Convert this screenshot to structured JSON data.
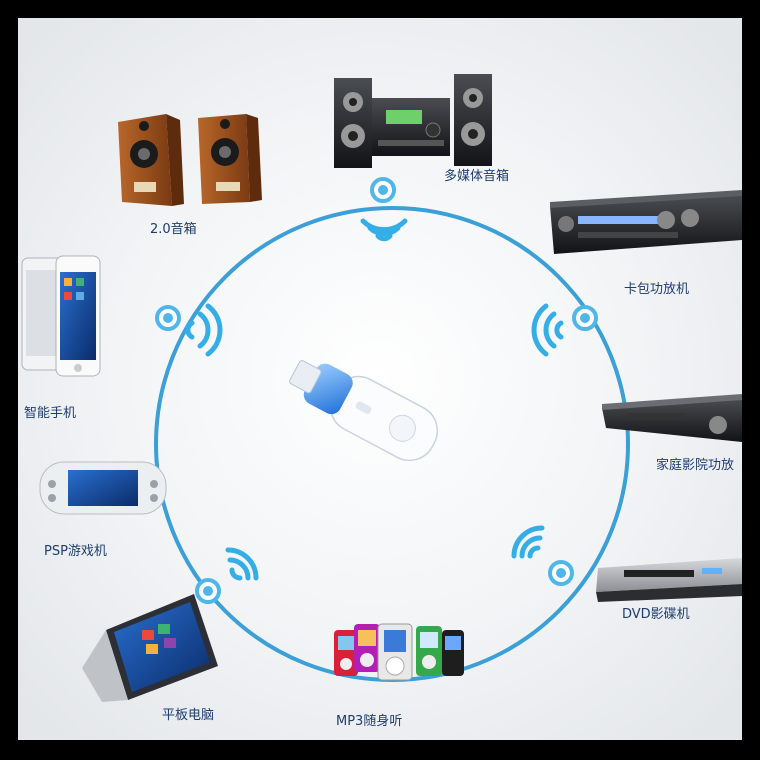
{
  "devices": [
    {
      "id": "speaker-20",
      "label": "2.0音箱"
    },
    {
      "id": "multimedia-speaker",
      "label": "多媒体音箱"
    },
    {
      "id": "karaoke-amp",
      "label": "卡包功放机"
    },
    {
      "id": "home-theater-amp",
      "label": "家庭影院功放"
    },
    {
      "id": "dvd-player",
      "label": "DVD影碟机"
    },
    {
      "id": "mp3-player",
      "label": "MP3随身听"
    },
    {
      "id": "tablet",
      "label": "平板电脑"
    },
    {
      "id": "psp",
      "label": "PSP游戏机"
    },
    {
      "id": "smartphone",
      "label": "智能手机"
    }
  ],
  "colors": {
    "ring": "#3b9fd8",
    "node": "#4fb6ea",
    "wave": "#35aee8",
    "label": "#1e3c6e",
    "background": "#eef0f2",
    "border": "#000000"
  }
}
